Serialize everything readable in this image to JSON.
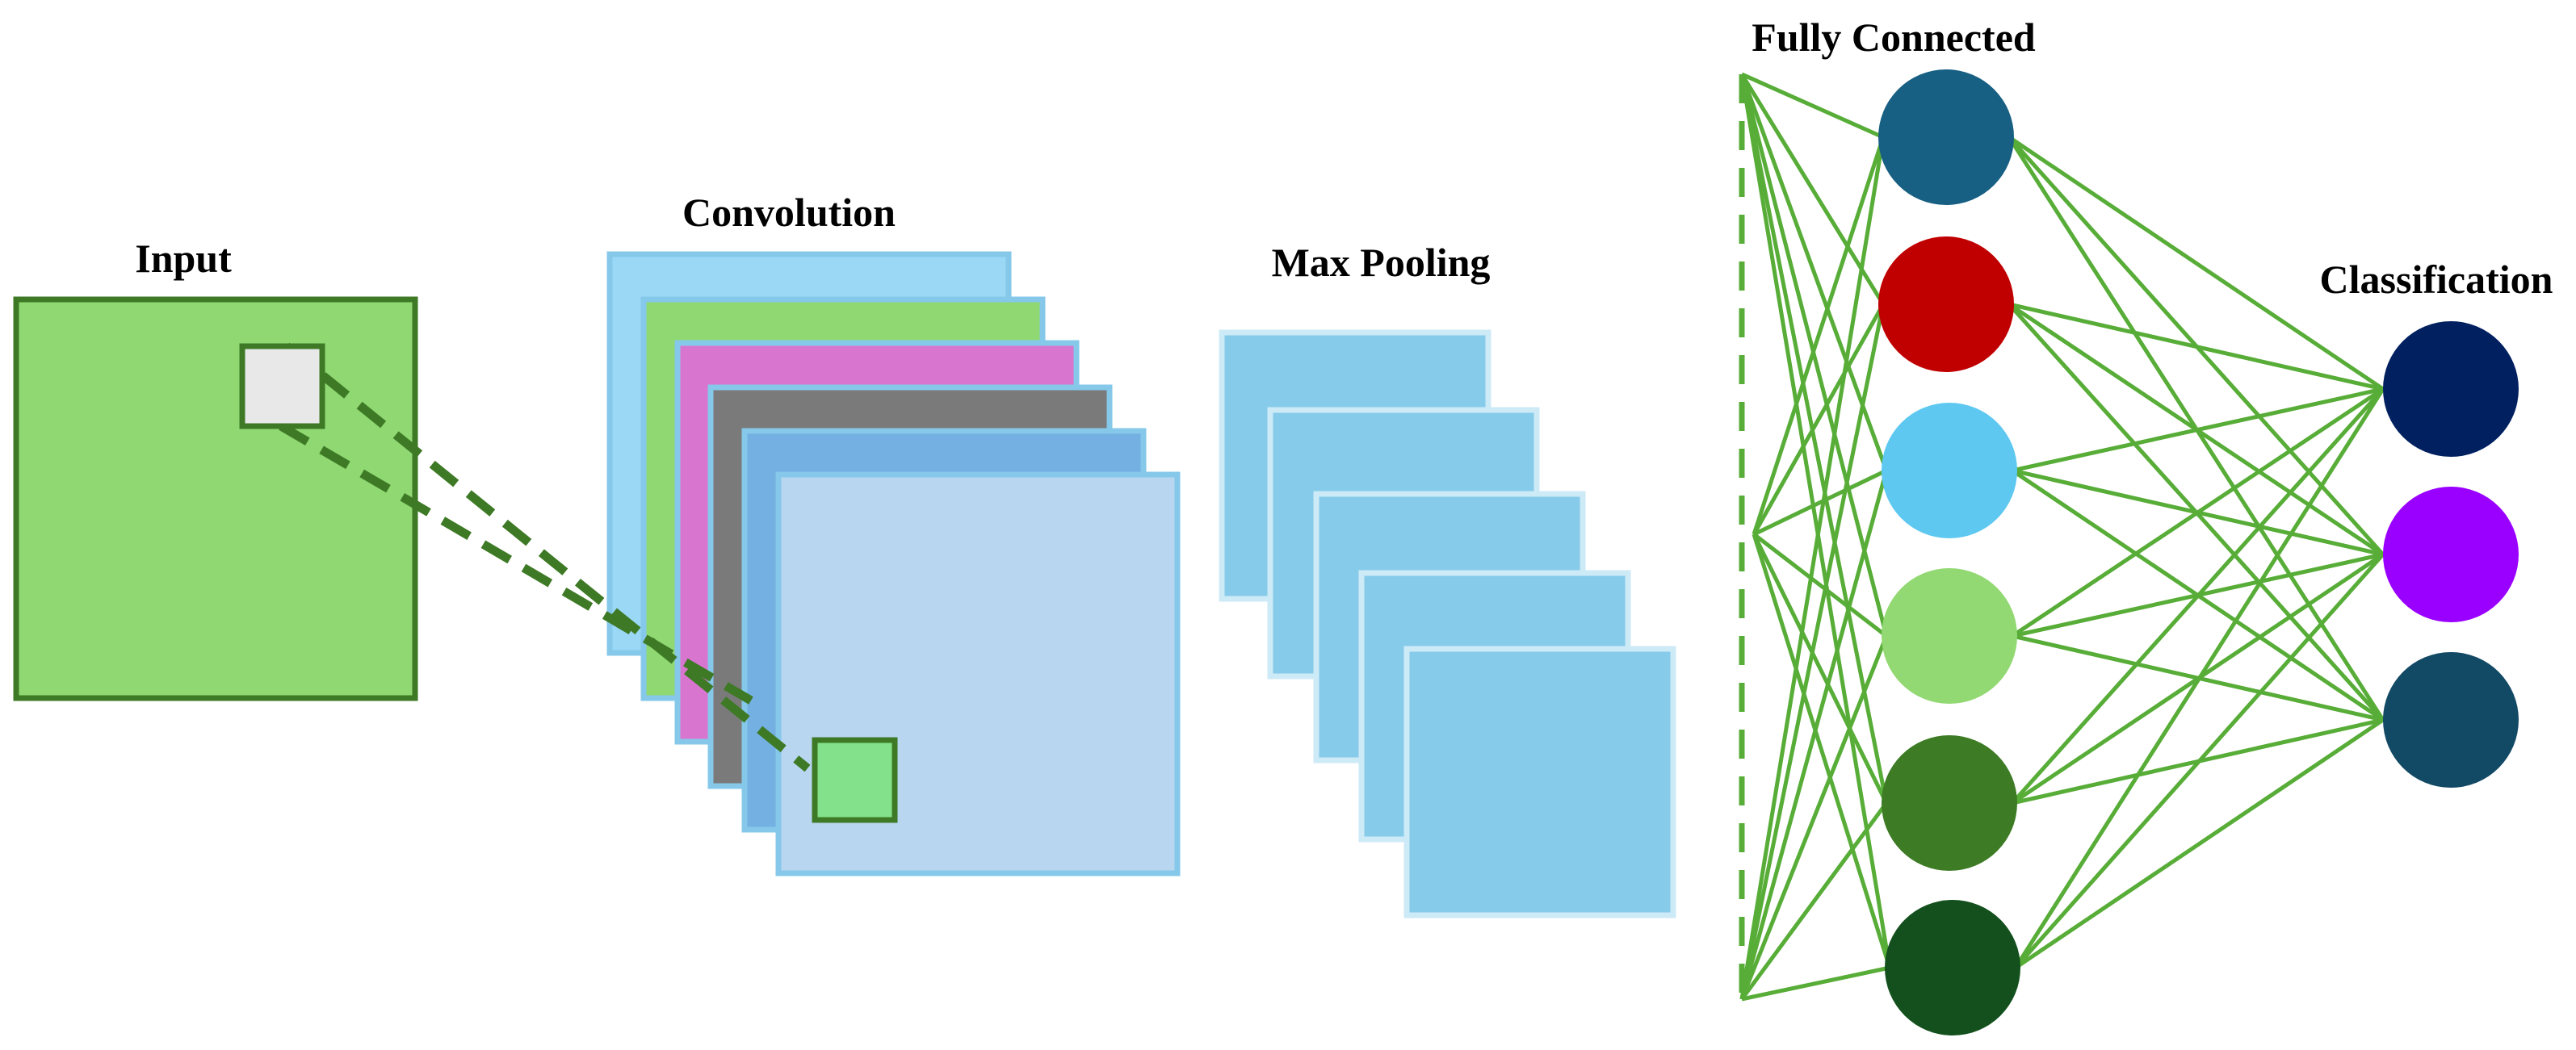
{
  "labels": {
    "input": "Input",
    "convolution": "Convolution",
    "max_pooling": "Max Pooling",
    "fully_connected": "Fully Connected",
    "classification": "Classification"
  },
  "colors": {
    "line_green": "#57ad37",
    "dark_green": "#3e7a26",
    "input_fill": "#8fd872",
    "input_stroke": "#3e7a26",
    "patch_fill": "#e8e8e8",
    "target_patch_fill": "#82e18a",
    "feature_map_stroke": "#86c8ea",
    "pooling_fill": "#86cbea",
    "pooling_stroke": "#cdeaf7"
  },
  "convolution_layers": [
    "#9ad8f5",
    "#8fd872",
    "#d875cf",
    "#7a7a7a",
    "#74b0e2",
    "#b8d6f0"
  ],
  "pooling_layer_count": 5,
  "fully_connected_nodes": [
    "#175f83",
    "#c00000",
    "#5ec8f1",
    "#92d873",
    "#3d7b24",
    "#13501d"
  ],
  "classification_nodes": [
    "#002060",
    "#9a00ff",
    "#124965"
  ]
}
